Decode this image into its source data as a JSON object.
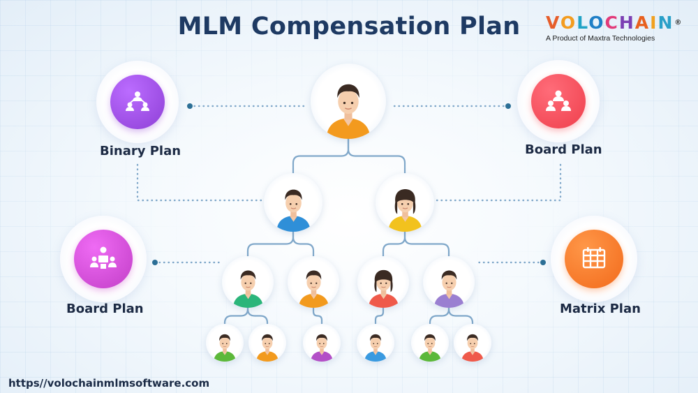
{
  "title": "MLM Compensation Plan",
  "brand": {
    "letters": [
      "V",
      "O",
      "L",
      "O",
      "C",
      "H",
      "A",
      "I",
      "N"
    ],
    "reg_mark": "®",
    "tagline": "A Product of Maxtra Technologies"
  },
  "plans": [
    {
      "label": "Binary Plan",
      "icon": "binary-network-icon",
      "color": "#8e3fd6"
    },
    {
      "label": "Board Plan",
      "icon": "group-people-icon",
      "color": "#ef3f4c"
    },
    {
      "label": "Board Plan",
      "icon": "board-meeting-icon",
      "color": "#c23ec7"
    },
    {
      "label": "Matrix Plan",
      "icon": "matrix-grid-icon",
      "color": "#f26a1b"
    }
  ],
  "tree": {
    "root": {
      "shirt": "#f39a1e",
      "hair": "#3a2a22"
    },
    "level2": [
      {
        "shirt": "#2f8fd8",
        "hair": "#3a2a22"
      },
      {
        "shirt": "#f2c21e",
        "hair": "#3a2a22",
        "female": true
      }
    ],
    "level3": [
      {
        "shirt": "#2bb57a",
        "hair": "#3a2a22"
      },
      {
        "shirt": "#f29a1e",
        "hair": "#3a2a22"
      },
      {
        "shirt": "#ef5a4a",
        "hair": "#3a2a22",
        "female": true
      },
      {
        "shirt": "#9a7fd1",
        "hair": "#3a2a22"
      }
    ],
    "level4": [
      {
        "shirt": "#5cb83a",
        "hair": "#3a2a22"
      },
      {
        "shirt": "#f29a1e",
        "hair": "#3a2a22"
      },
      {
        "shirt": "#b34fc7",
        "hair": "#3a2a22"
      },
      {
        "shirt": "#3a9ae0",
        "hair": "#3a2a22"
      },
      {
        "shirt": "#5cb83a",
        "hair": "#3a2a22"
      },
      {
        "shirt": "#ef5a4a",
        "hair": "#3a2a22"
      }
    ]
  },
  "colors": {
    "line": "#7fa7c9",
    "title": "#1e3a63"
  },
  "footer_url": "https//volochainmlmsoftware.com"
}
